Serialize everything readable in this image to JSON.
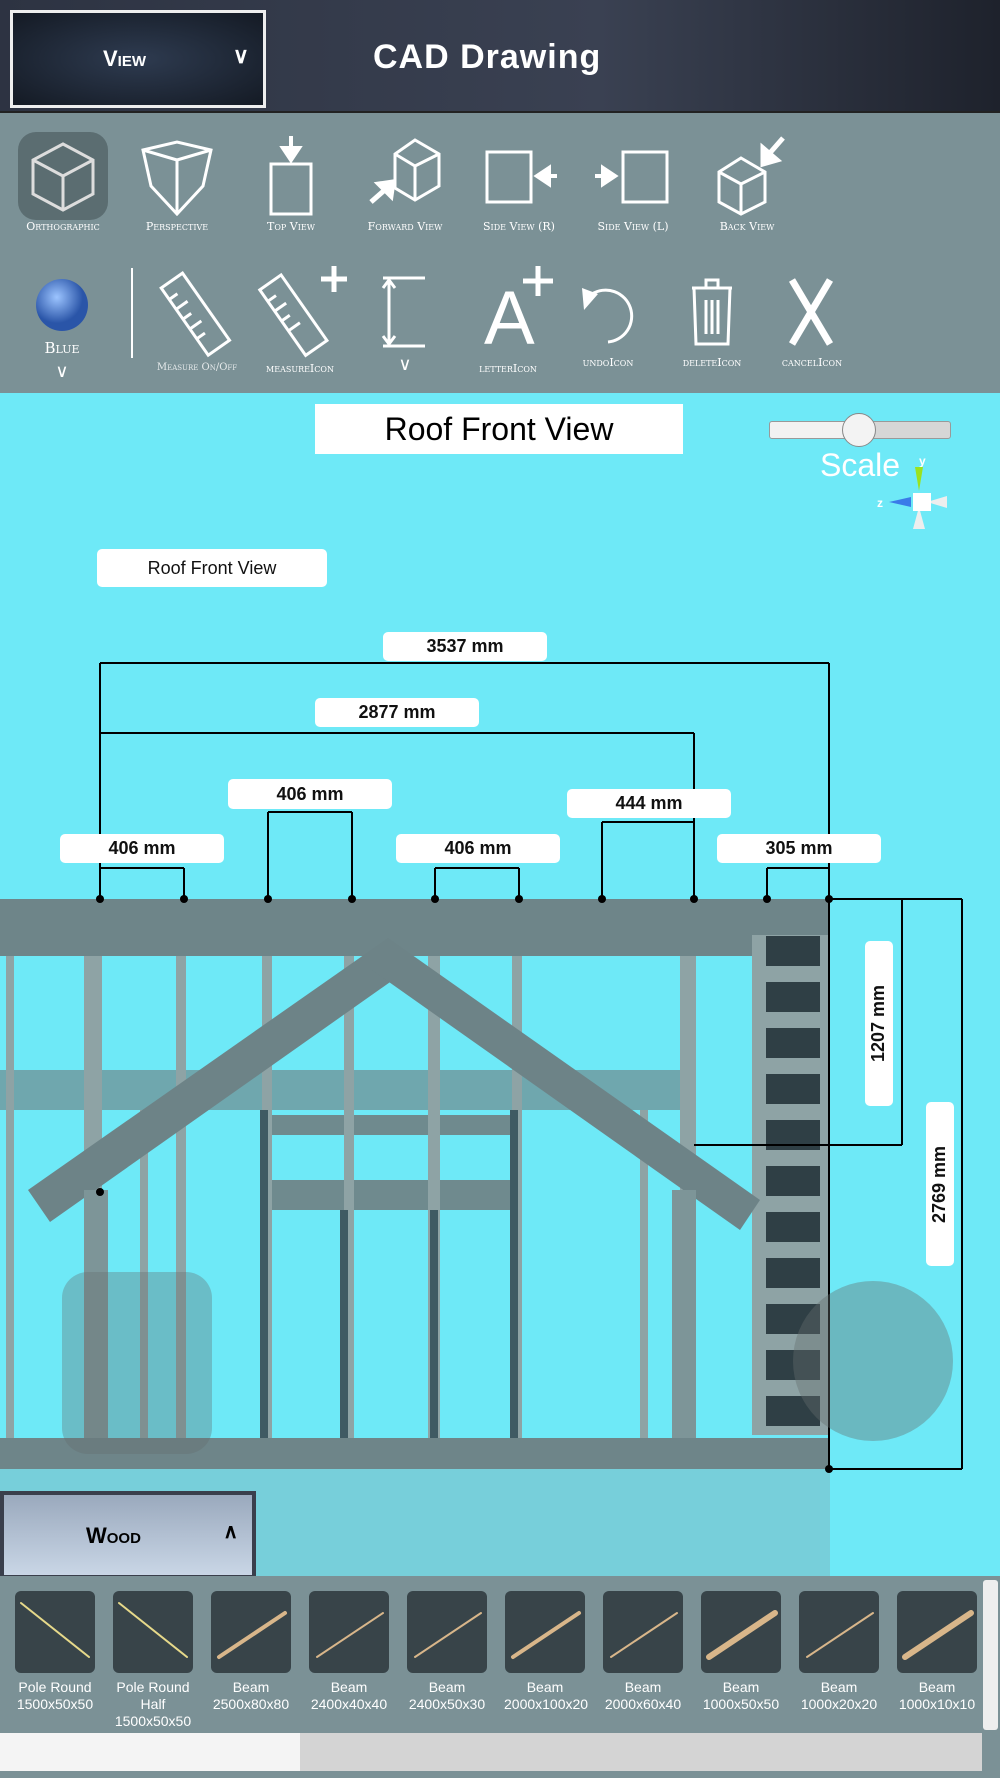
{
  "header": {
    "view_dropdown": "View",
    "title": "CAD Drawing"
  },
  "toolbar": {
    "row1": [
      {
        "label": "Orthographic",
        "icon": "cube-icon"
      },
      {
        "label": "Perspective",
        "icon": "perspective-icon"
      },
      {
        "label": "Top View",
        "icon": "top-view-icon"
      },
      {
        "label": "Forward View",
        "icon": "forward-view-icon"
      },
      {
        "label": "Side View (R)",
        "icon": "side-right-icon"
      },
      {
        "label": "Side View (L)",
        "icon": "side-left-icon"
      },
      {
        "label": "Back View",
        "icon": "back-view-icon"
      }
    ],
    "color_label": "Blue",
    "color": "#3b6fd0",
    "row2": [
      {
        "label": "Measure On/Off"
      },
      {
        "label": "measureIcon"
      },
      {
        "label": ""
      },
      {
        "label": "letterIcon"
      },
      {
        "label": "undoIcon"
      },
      {
        "label": "deleteIcon"
      },
      {
        "label": "cancelIcon"
      }
    ]
  },
  "viewport": {
    "view_title": "Roof Front View",
    "scale_label": "Scale",
    "scale_value": 0.5,
    "drawing_label": "Roof Front View",
    "dimensions": [
      "3537 mm",
      "2877 mm",
      "406 mm",
      "406 mm",
      "406 mm",
      "444 mm",
      "305 mm",
      "1207 mm",
      "2769 mm"
    ],
    "gizmo": {
      "y": "y",
      "z": "z"
    }
  },
  "material": {
    "dropdown": "Wood",
    "items": [
      {
        "name": "Pole Round",
        "size": "1500x50x50"
      },
      {
        "name": "Pole Round Half",
        "size": "1500x50x50"
      },
      {
        "name": "Beam",
        "size": "2500x80x80"
      },
      {
        "name": "Beam",
        "size": "2400x40x40"
      },
      {
        "name": "Beam",
        "size": "2400x50x30"
      },
      {
        "name": "Beam",
        "size": "2000x100x20"
      },
      {
        "name": "Beam",
        "size": "2000x60x40"
      },
      {
        "name": "Beam",
        "size": "1000x50x50"
      },
      {
        "name": "Beam",
        "size": "1000x20x20"
      },
      {
        "name": "Beam",
        "size": "1000x10x10"
      }
    ]
  }
}
